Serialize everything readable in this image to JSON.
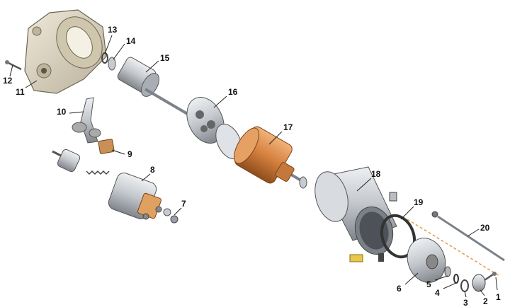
{
  "labels": {
    "l1": "1",
    "l2": "2",
    "l3": "3",
    "l4": "4",
    "l5": "5",
    "l6": "6",
    "l7": "7",
    "l8": "8",
    "l9": "9",
    "l10": "10",
    "l11": "11",
    "l12": "12",
    "l13": "13",
    "l14": "14",
    "l15": "15",
    "l16": "16",
    "l17": "17",
    "l18": "18",
    "l19": "19",
    "l20": "20"
  },
  "colors": {
    "metal": "#c9ccd0",
    "metal_dark": "#8c9096",
    "housing": "#ddd6c4",
    "copper": "#d98a4a",
    "copper_dark": "#9c5a26",
    "axis": "#e89a4a"
  }
}
